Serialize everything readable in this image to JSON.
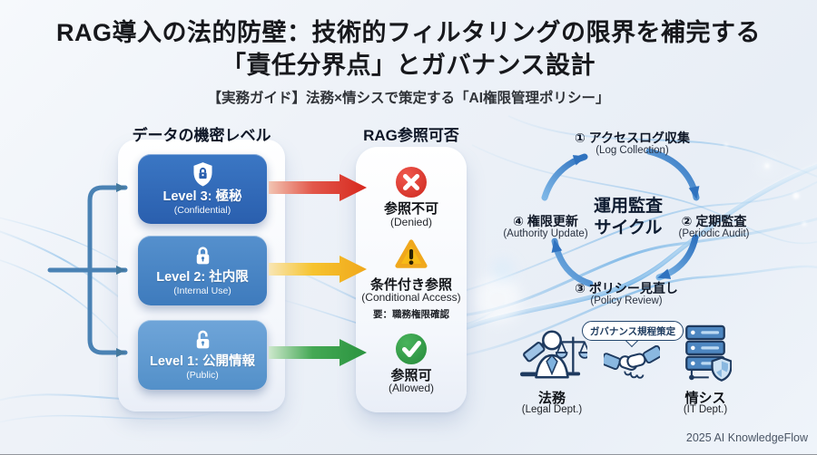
{
  "title": {
    "line1": "RAG導入の法的防壁：技術的フィルタリングの限界を補完する",
    "line2": "「責任分界点」とガバナンス設計",
    "subtitle": "【実務ガイド】法務×情シスで策定する「AI権限管理ポリシー」"
  },
  "left_panel": {
    "header": "データの機密レベル",
    "levels": [
      {
        "label": "Level 3: 極秘",
        "sub": "(Confidential)",
        "icon": "shield-lock-icon"
      },
      {
        "label": "Level 2: 社内限",
        "sub": "(Internal Use)",
        "icon": "lock-icon"
      },
      {
        "label": "Level 1: 公開情報",
        "sub": "(Public)",
        "icon": "unlock-icon"
      }
    ]
  },
  "middle_panel": {
    "header": "RAG参照可否",
    "items": [
      {
        "label": "参照不可",
        "sub": "(Denied)",
        "icon": "denied-icon"
      },
      {
        "label": "条件付き参照",
        "sub": "(Conditional Access)",
        "note": "要：職務権限確認",
        "icon": "warning-icon"
      },
      {
        "label": "参照可",
        "sub": "(Allowed)",
        "icon": "allowed-icon"
      }
    ]
  },
  "cycle": {
    "center_line1": "運用監査",
    "center_line2": "サイクル",
    "steps": [
      {
        "label": "① アクセスログ収集",
        "sub": "(Log Collection)"
      },
      {
        "label": "② 定期監査",
        "sub": "(Periodic Audit)"
      },
      {
        "label": "③ ポリシー見直し",
        "sub": "(Policy Review)"
      },
      {
        "label": "④ 権限更新",
        "sub": "(Authority Update)"
      }
    ]
  },
  "collaboration": {
    "bubble": "ガバナンス規程策定",
    "legal": {
      "label": "法務",
      "sub": "(Legal Dept.)",
      "icon": "legal-scales-icon"
    },
    "it": {
      "label": "情シス",
      "sub": "(IT Dept.)",
      "icon": "server-shield-icon"
    }
  },
  "footer": {
    "credit": "2025 AI KnowledgeFlow"
  },
  "colors": {
    "denied_red": "#d93025",
    "conditional_amber": "#f5b71e",
    "allowed_green": "#2f9e44",
    "level3_blue": "#2e67b2",
    "level2_blue": "#4381c2",
    "level1_blue": "#5f97cf",
    "cycle_arrow_blue": "#3f85cc",
    "navy_outline": "#1e3a5f"
  }
}
